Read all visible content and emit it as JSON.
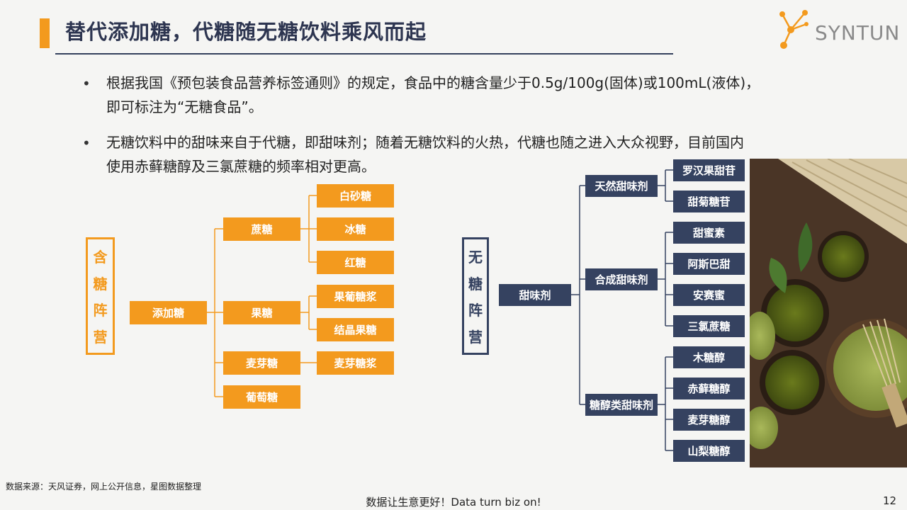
{
  "title": "替代添加糖，代糖随无糖饮料乘风而起",
  "logo": {
    "text": "SYNTUN",
    "icon": "molecule-logo-icon",
    "accent": "#f39a1e"
  },
  "bullets": [
    {
      "line1": "根据我国《预包装食品营养标签通则》的规定，食品中的糖含量少于0.5g/100g(固体)或100mL(液体)，",
      "line2": "即可标注为“无糖食品”。"
    },
    {
      "line1": "无糖饮料中的甜味来自于代糖，即甜味剂；随着无糖饮料的火热，代糖也随之进入大众视野，目前国内",
      "line2": "使用赤藓糖醇及三氯蔗糖的频率相对更高。"
    }
  ],
  "sugar_tree": {
    "camp": [
      "含",
      "糖",
      "阵",
      "营"
    ],
    "root": "添加糖",
    "branches": [
      {
        "label": "蔗糖",
        "children": [
          "白砂糖",
          "冰糖",
          "红糖"
        ]
      },
      {
        "label": "果糖",
        "children": [
          "果葡糖浆",
          "结晶果糖"
        ]
      },
      {
        "label": "麦芽糖",
        "children": [
          "麦芽糖浆"
        ]
      },
      {
        "label": "葡萄糖",
        "children": []
      }
    ]
  },
  "sugarfree_tree": {
    "camp": [
      "无",
      "糖",
      "阵",
      "营"
    ],
    "root": "甜味剂",
    "branches": [
      {
        "label": "天然甜味剂",
        "children": [
          "罗汉果甜苷",
          "甜菊糖苷"
        ]
      },
      {
        "label": "合成甜味剂",
        "children": [
          "甜蜜素",
          "阿斯巴甜",
          "安赛蜜",
          "三氯蔗糖"
        ]
      },
      {
        "label": "糖醇类甜味剂",
        "children": [
          "木糖醇",
          "赤藓糖醇",
          "麦芽糖醇",
          "山梨糖醇"
        ]
      }
    ]
  },
  "colors": {
    "orange": "#f39a1e",
    "navy": "#354260"
  },
  "source": "数据来源：天风证券，网上公开信息，星图数据整理",
  "footer": "数据让生意更好！Data turn biz on!",
  "page_number": "12"
}
